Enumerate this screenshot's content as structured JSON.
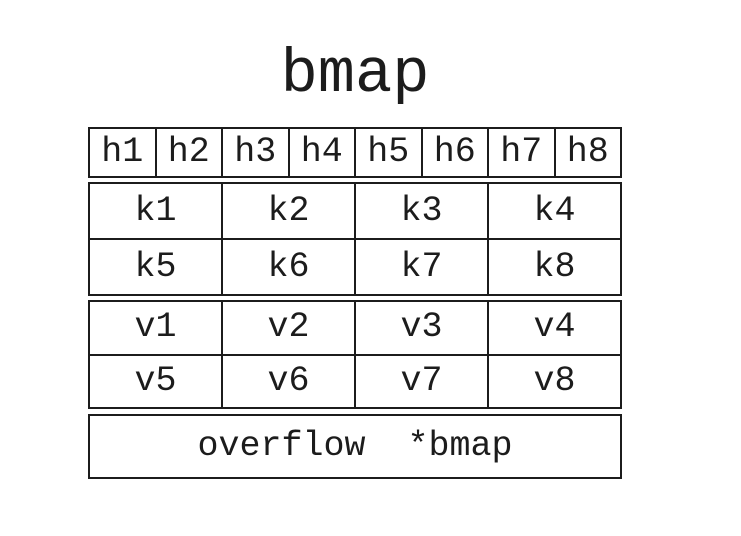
{
  "title": "bmap",
  "diagram": {
    "header_cells": [
      "h1",
      "h2",
      "h3",
      "h4",
      "h5",
      "h6",
      "h7",
      "h8"
    ],
    "key_rows": [
      [
        "k1",
        "k2",
        "k3",
        "k4"
      ],
      [
        "k5",
        "k6",
        "k7",
        "k8"
      ]
    ],
    "value_rows": [
      [
        "v1",
        "v2",
        "v3",
        "v4"
      ],
      [
        "v5",
        "v6",
        "v7",
        "v8"
      ]
    ],
    "overflow_label": "overflow  *bmap"
  },
  "colors": {
    "ink": "#1c1c1c",
    "background": "#ffffff"
  }
}
